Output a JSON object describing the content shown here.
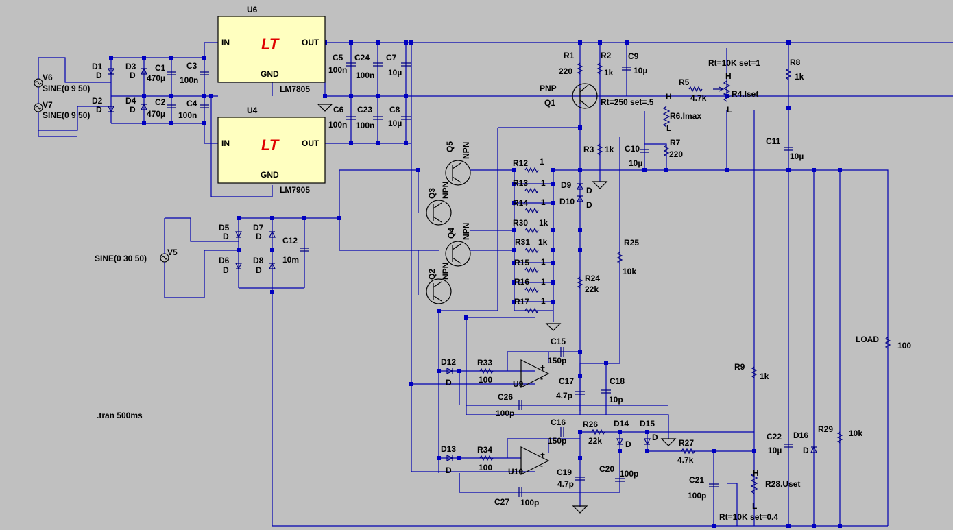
{
  "colors": {
    "background": "#c0c0c0",
    "wire": "#0000b0",
    "chip_fill": "#ffffc0",
    "logo": "#e00000"
  },
  "icons": {
    "chip_logo": "lt-logo-icon",
    "ground": "ground-icon",
    "ac_source": "sine-source-icon"
  },
  "chips": [
    {
      "name": "U6",
      "part": "LM7805",
      "pin_in": "IN",
      "pin_out": "OUT",
      "pin_gnd": "GND",
      "logo": "LT"
    },
    {
      "name": "U4",
      "part": "LM7905",
      "pin_in": "IN",
      "pin_out": "OUT",
      "pin_gnd": "GND",
      "logo": "LT"
    }
  ],
  "sources": [
    {
      "name": "V6",
      "value": "SINE(0 9 50)"
    },
    {
      "name": "V7",
      "value": "SINE(0 9 50)"
    },
    {
      "name": "V5",
      "value": "SINE(0 30 50)"
    }
  ],
  "diodes": {
    "D1": "D1",
    "D2": "D2",
    "D3": "D3",
    "D4": "D4",
    "D5": "D5",
    "D6": "D6",
    "D7": "D7",
    "D8": "D8",
    "D9": "D9",
    "D10": "D10",
    "D12": "D12",
    "D13": "D13",
    "D14": "D14",
    "D15": "D15",
    "D16": "D16",
    "model": "D"
  },
  "capacitors": {
    "C1": [
      "C1",
      "470µ"
    ],
    "C2": [
      "C2",
      "470µ"
    ],
    "C3": [
      "C3",
      "100n"
    ],
    "C4": [
      "C4",
      "100n"
    ],
    "C5": [
      "C5",
      "100n"
    ],
    "C24": [
      "C24",
      "100n"
    ],
    "C7": [
      "C7",
      "10µ"
    ],
    "C6": [
      "C6",
      "100n"
    ],
    "C23": [
      "C23",
      "100n"
    ],
    "C8": [
      "C8",
      "10µ"
    ],
    "C9": [
      "C9",
      "10µ"
    ],
    "C10": [
      "C10",
      "10µ"
    ],
    "C11": [
      "C11",
      "10µ"
    ],
    "C12": [
      "C12",
      "10m"
    ],
    "C15": [
      "C15",
      "150p"
    ],
    "C16": [
      "C16",
      "150p"
    ],
    "C17": [
      "C17",
      "4.7p"
    ],
    "C18": [
      "C18",
      "10p"
    ],
    "C19": [
      "C19",
      "4.7p"
    ],
    "C20": [
      "C20",
      "100p"
    ],
    "C21": [
      "C21",
      "100p"
    ],
    "C22": [
      "C22",
      "10µ"
    ],
    "C26": [
      "C26",
      "100p"
    ],
    "C27": [
      "C27",
      "100p"
    ]
  },
  "resistors": {
    "R1": [
      "R1",
      "220"
    ],
    "R2": [
      "R2",
      "1k"
    ],
    "R3": [
      "R3",
      "1k"
    ],
    "R5": [
      "R5",
      "4.7k"
    ],
    "R7": [
      "R7",
      "220"
    ],
    "R8": [
      "R8",
      "1k"
    ],
    "R9": [
      "R9",
      "1k"
    ],
    "R12": [
      "R12",
      "1"
    ],
    "R13": [
      "R13",
      "1"
    ],
    "R14": [
      "R14",
      "1"
    ],
    "R30": [
      "R30",
      "1k"
    ],
    "R31": [
      "R31",
      "1k"
    ],
    "R15": [
      "R15",
      "1"
    ],
    "R16": [
      "R16",
      "1"
    ],
    "R17": [
      "R17",
      "1"
    ],
    "R24": [
      "R24",
      "22k"
    ],
    "R25": [
      "R25",
      "10k"
    ],
    "R26": [
      "R26",
      "22k"
    ],
    "R27": [
      "R27",
      "4.7k"
    ],
    "R29": [
      "R29",
      "10k"
    ],
    "R33": [
      "R33",
      "100"
    ],
    "R34": [
      "R34",
      "100"
    ],
    "LOAD": [
      "LOAD",
      "100"
    ]
  },
  "pots": {
    "R4": {
      "name": "R4.Iset",
      "params": "Rt=10K set=1",
      "h": "H",
      "l": "L"
    },
    "R6": {
      "name": "R6.Imax",
      "params": "Rt=250 set=.5",
      "h": "H",
      "l": "L"
    },
    "R28": {
      "name": "R28.Uset",
      "params": "Rt=10K set=0.4",
      "h": "H",
      "l": "L"
    }
  },
  "transistors": {
    "Q1": [
      "Q1",
      "PNP"
    ],
    "Q2": [
      "Q2",
      "NPN"
    ],
    "Q3": [
      "Q3",
      "NPN"
    ],
    "Q4": [
      "Q4",
      "NPN"
    ],
    "Q5": [
      "Q5",
      "NPN"
    ]
  },
  "opamps": {
    "U9": "U9",
    "U10": "U10"
  },
  "directive": ".tran 500ms"
}
